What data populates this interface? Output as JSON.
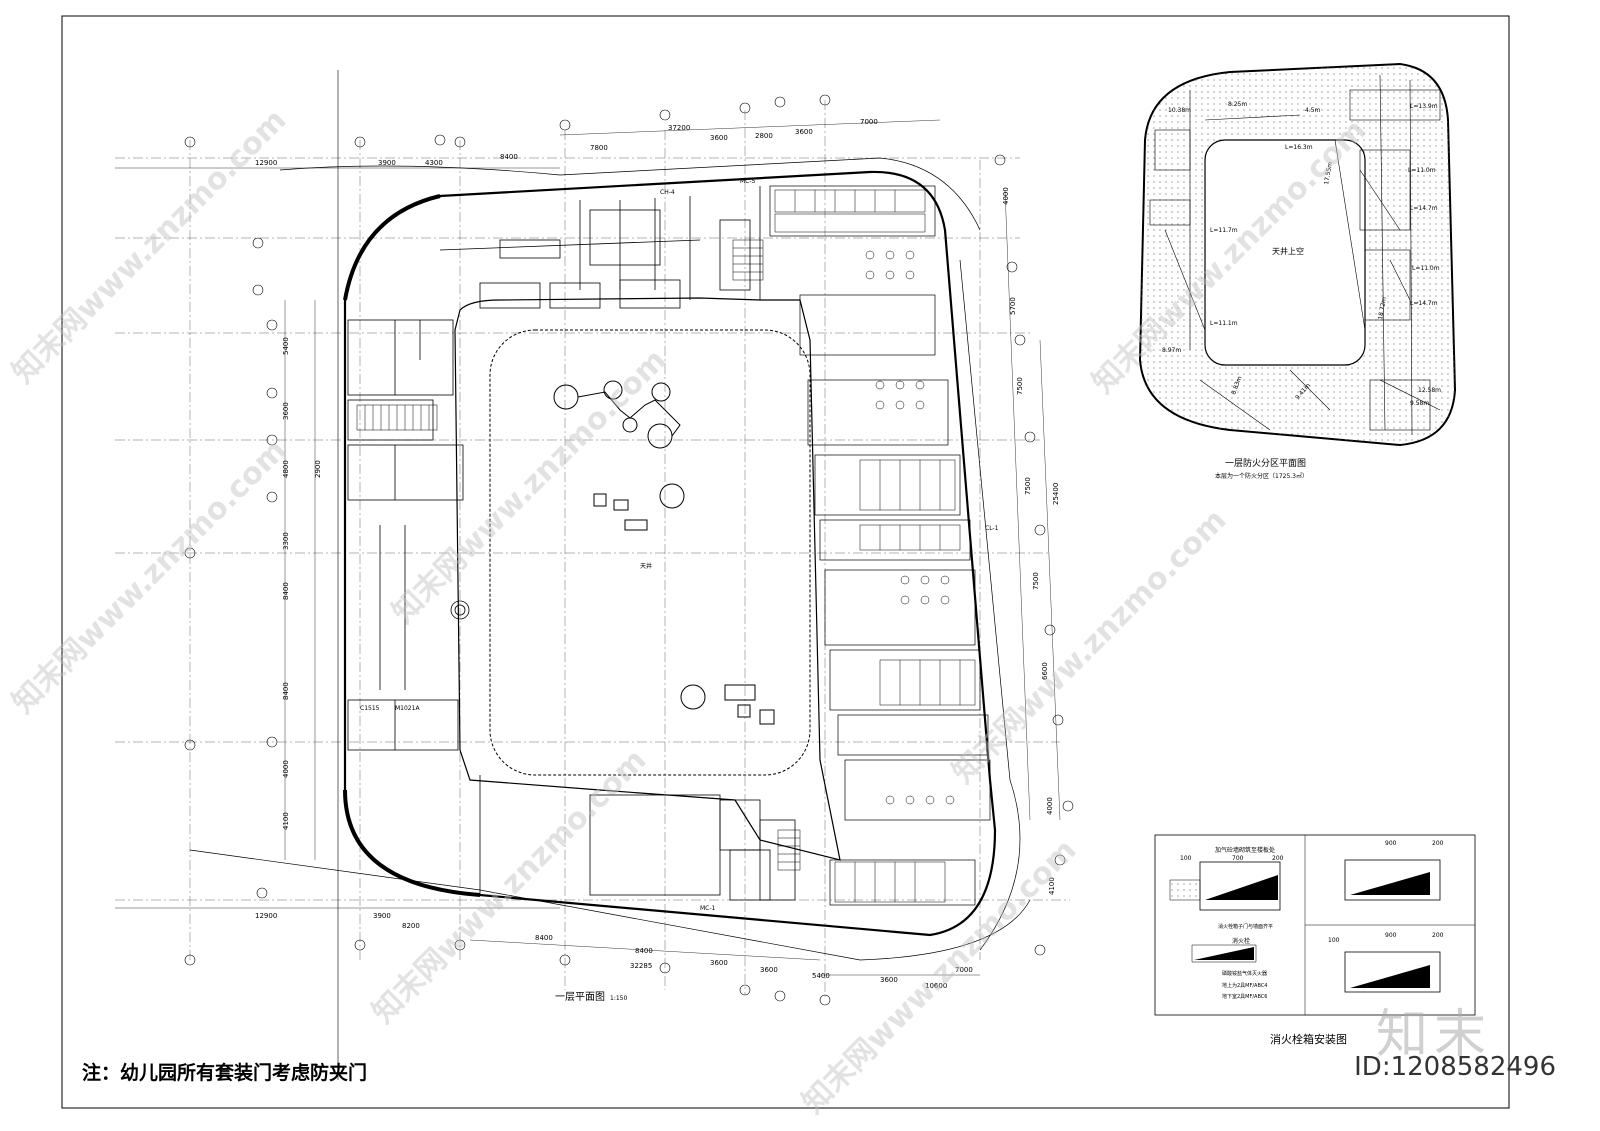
{
  "note": "注：幼儿园所有套装门考虑防夹门",
  "main_plan": {
    "title": "一层平面图",
    "scale": "1:150",
    "top_dims": [
      "12900",
      "3900",
      "4300",
      "8400",
      "37200",
      "3600",
      "2800",
      "3600",
      "7000",
      "7800"
    ],
    "bottom_dims": [
      "12900",
      "3900",
      "8200",
      "8400",
      "8400",
      "32285",
      "3600",
      "3600",
      "5400",
      "7000",
      "3600",
      "10600"
    ],
    "left_dims": [
      "5400",
      "3600",
      "4800",
      "2900",
      "3300",
      "8400",
      "8400",
      "4000",
      "4100"
    ],
    "right_dims": [
      "4000",
      "5700",
      "7500",
      "25400",
      "7500",
      "7500",
      "6600",
      "4000",
      "4100"
    ],
    "room_codes": [
      "C1515",
      "M1021A",
      "MC-1",
      "MC-5",
      "CH-4",
      "CL-1"
    ],
    "center_label": "天井"
  },
  "fire_plan": {
    "title": "一层防火分区平面图",
    "subtitle": "本层为一个防火分区（1725.3㎡）",
    "center_label": "天井上空",
    "distances": [
      "L=13.9m",
      "L=11.0m",
      "L=14.7m",
      "L=11.0m",
      "L=14.7m",
      "L=16.3m",
      "L=11.7m",
      "L=11.1m",
      "8.97m",
      "8.25m",
      "4.5m",
      "10.38m",
      "18.72m",
      "17.55m",
      "9.41m",
      "8.83m",
      "9.58m",
      "12.58m"
    ]
  },
  "hydrant": {
    "title": "消火栓箱安装图",
    "labels": [
      "加气砼墙砌筑至楼板处",
      "消火栓箱子门与墙面齐平",
      "消火栓",
      "磷酸铵盐气体灭火器",
      "地上为2具MF/ABC4",
      "地下室2具MF/ABC6"
    ],
    "dims": [
      "100",
      "700",
      "200",
      "900",
      "200",
      "100",
      "900",
      "200"
    ]
  },
  "watermark": "知末网www.znzmo.com",
  "brand": "知末",
  "id_text": "ID:1208582496",
  "colors": {
    "line": "#000000",
    "watermark": "#bdbdbd",
    "hatch": "#555555"
  }
}
